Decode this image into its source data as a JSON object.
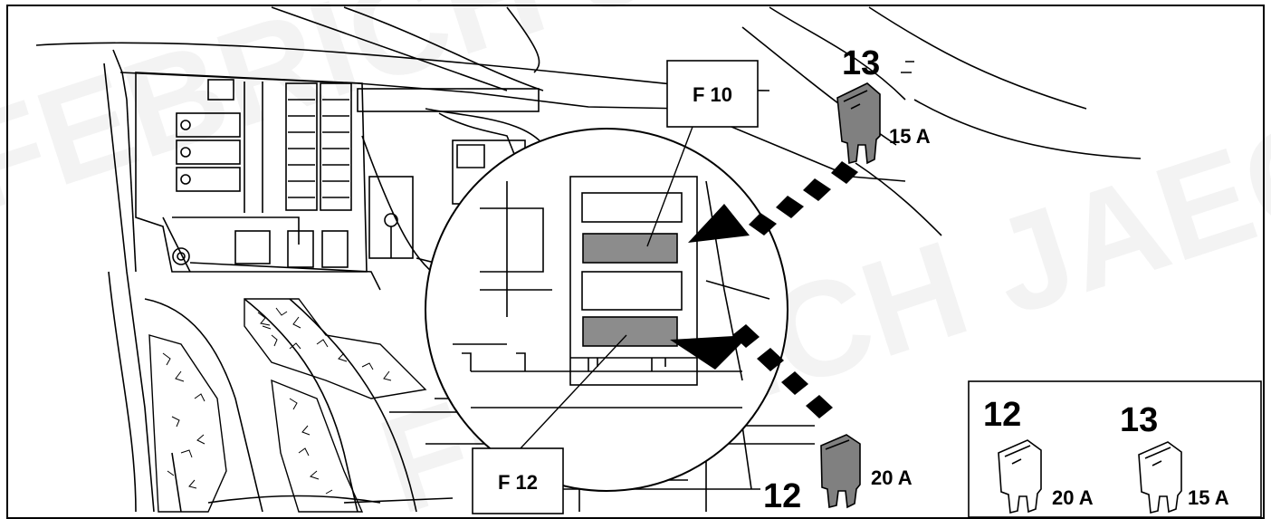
{
  "watermark": "FEBRICH JAEGER",
  "callouts": {
    "fuse_f10": "F 10",
    "fuse_f12": "F 12"
  },
  "fuse_13": {
    "number": "13",
    "rating": "15 A"
  },
  "fuse_12": {
    "number": "12",
    "rating": "20 A"
  },
  "legend": {
    "items": [
      {
        "number": "12",
        "rating": "20 A"
      },
      {
        "number": "13",
        "rating": "15 A"
      }
    ]
  },
  "colors": {
    "line": "#000000",
    "fuse_fill": "#808080",
    "slot_highlight": "#8c8c8c",
    "background": "#ffffff"
  }
}
